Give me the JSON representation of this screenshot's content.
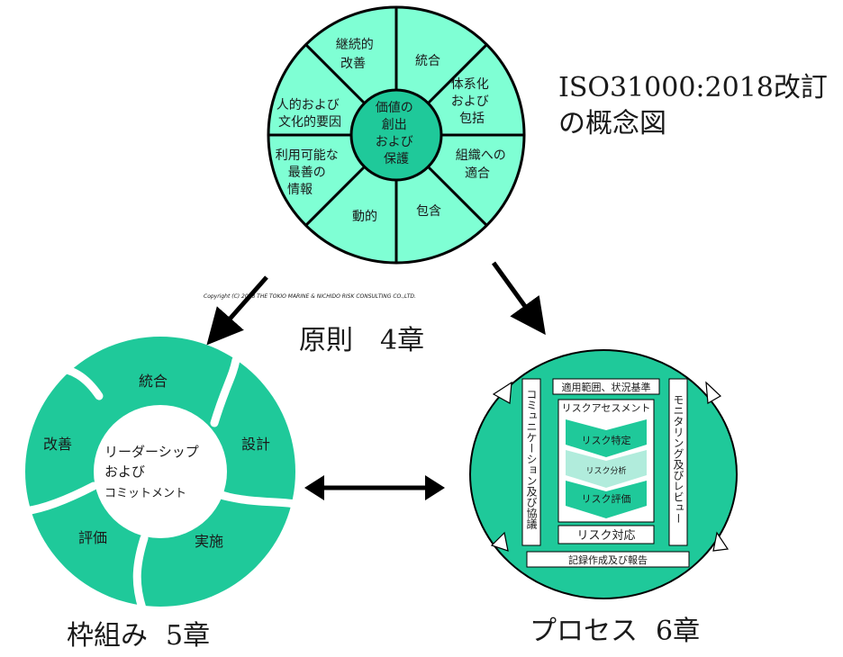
{
  "title": {
    "line1": "ISO31000:2018改訂",
    "line2": "の概念図"
  },
  "copyright": "Copyright (C) 2018 THE TOKIO MARINE & NICHIDO RISK CONSULTING CO.,LTD.",
  "principles": {
    "center": [
      "価値の",
      "創出",
      "および",
      "保護"
    ],
    "segments": {
      "s1": [
        "統合"
      ],
      "s2": [
        "体系化",
        "および",
        "包括"
      ],
      "s3": [
        "組織への",
        "適合"
      ],
      "s4": [
        "包含"
      ],
      "s5": [
        "動的"
      ],
      "s6": [
        "利用可能な",
        "最善の",
        "情報"
      ],
      "s7": [
        "人的および",
        "文化的要因"
      ],
      "s8": [
        "継続的",
        "改善"
      ]
    },
    "caption": "原則",
    "chapter": "4章"
  },
  "framework": {
    "center": [
      "リーダーシップ",
      "および",
      "コミットメント"
    ],
    "segments": [
      "統合",
      "設計",
      "実施",
      "評価",
      "改善"
    ],
    "caption": "枠組み",
    "chapter": "5章"
  },
  "process": {
    "scope": "適用範囲、状況基準",
    "assessment": "リスクアセスメント",
    "identification": "リスク特定",
    "analysis": "リスク分析",
    "evaluation": "リスク評価",
    "treatment": "リスク対応",
    "recording": "記録作成及び報告",
    "communication": "コミュニケーション及び協議",
    "monitoring": "モニタリング及びレビュー",
    "caption": "プロセス",
    "chapter": "6章"
  },
  "colors": {
    "principles_fill": "#7fffd4",
    "teal": "#1fc99a",
    "process_inner": "#ffffff"
  }
}
